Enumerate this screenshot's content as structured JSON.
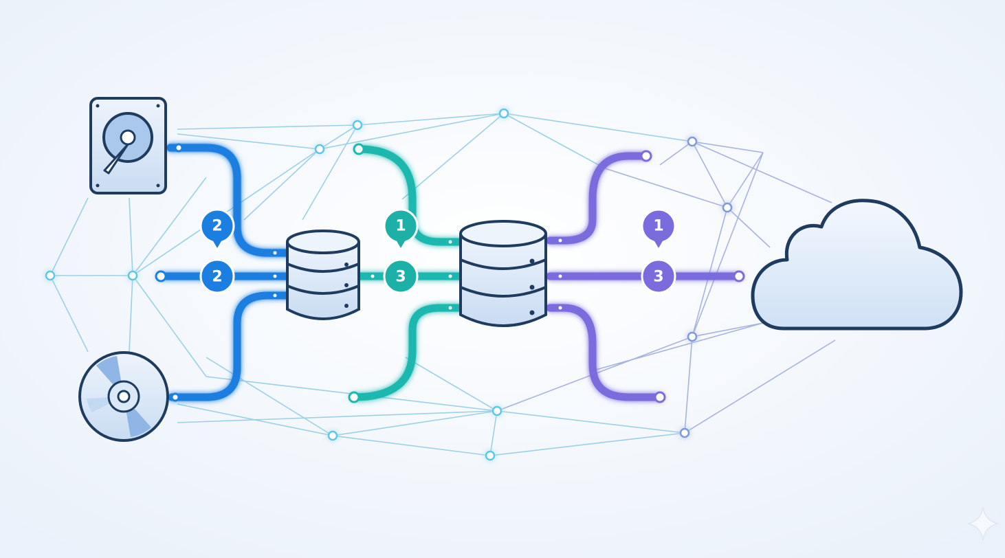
{
  "colors": {
    "background": "#f2f6fc",
    "icon_stroke": "#1f3b5e",
    "icon_fill": "#dbe8f8",
    "source_pipes": "#1a7fe0",
    "middle_pipes": "#1cb8b0",
    "cloud_pipes": "#7a6cdc",
    "mesh_lines": "#7fb8d8",
    "mesh_nodes": "#5cc8e8"
  },
  "icons": {
    "hard_drive": "hard-drive-icon",
    "optical_disc": "optical-disc-icon",
    "database_primary": "database-icon",
    "database_secondary": "database-icon",
    "cloud": "cloud-icon",
    "watermark": "sparkle-icon"
  },
  "badges": {
    "source_top": "2",
    "source_mid": "2",
    "middle_top": "1",
    "middle_mid": "3",
    "cloud_top": "1",
    "cloud_mid": "3"
  }
}
